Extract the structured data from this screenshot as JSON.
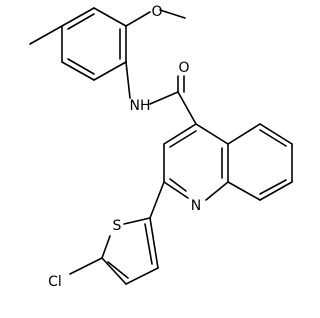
{
  "molecule": {
    "atoms": {
      "carbonyl_oxygen": "O",
      "methoxy_oxygen": "O",
      "amide_nh": "NH",
      "quinoline_nitrogen": "N",
      "thiophene_sulfur": "S",
      "chlorine": "Cl"
    }
  }
}
